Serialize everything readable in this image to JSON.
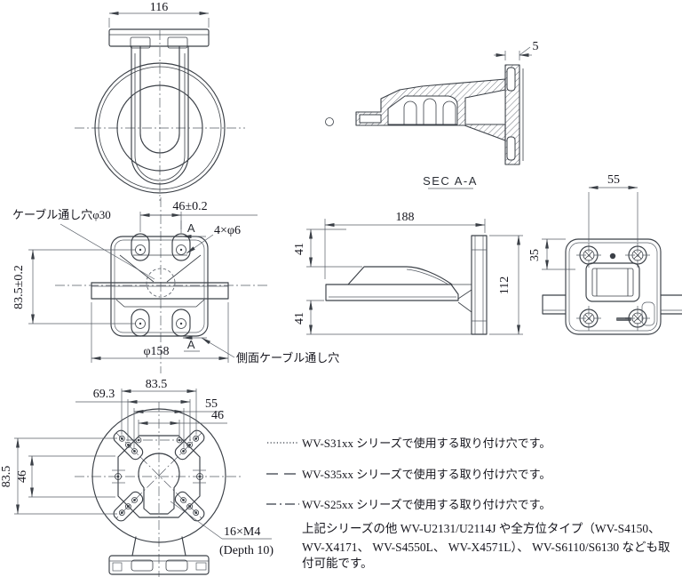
{
  "drawing": {
    "top_view": {
      "width_dim": "116"
    },
    "section_view": {
      "title": "SEC A-A",
      "thickness_dim": "5"
    },
    "front_view": {
      "cable_hole_label": "ケーブル通し穴φ30",
      "hole_pitch_h": "46±0.2",
      "hole_pitch_v": "83.5±0.2",
      "screw_holes_label": "4×φ6",
      "flange_diameter": "φ158",
      "side_cable_label": "側面ケーブル通し穴",
      "section_mark": "A"
    },
    "side_view": {
      "length_dim": "188",
      "upper_offset_dim": "41",
      "lower_offset_dim": "41",
      "height_dim": "112"
    },
    "back_view": {
      "hole_pitch_dim": "55",
      "offset_dim": "35"
    },
    "bottom_view": {
      "pitch_83_5": "83.5",
      "pitch_69_3": "69.3",
      "pitch_55": "55",
      "pitch_46": "46",
      "pitch_v_83_5": "83.5",
      "pitch_v_46": "46",
      "thread_spec": "16×M4",
      "thread_depth": "(Depth 10)"
    }
  },
  "legend": {
    "items": [
      {
        "style": "dotted",
        "label": "WV-S31xx シリーズで使用する取り付け穴です。"
      },
      {
        "style": "dashed",
        "label": "WV-S35xx シリーズで使用する取り付け穴です。"
      },
      {
        "style": "dashdot",
        "label": "WV-S25xx シリーズで使用する取り付け穴です。"
      }
    ],
    "note_line1": "上記シリーズの他 WV-U2131/U2114J や全方位タイプ（WV-S4150、",
    "note_line2": "WV-X4171、 WV-S4550L、 WV-X4571L）、 WV-S6110/S6130 なども取",
    "note_line3": "付可能です。"
  }
}
